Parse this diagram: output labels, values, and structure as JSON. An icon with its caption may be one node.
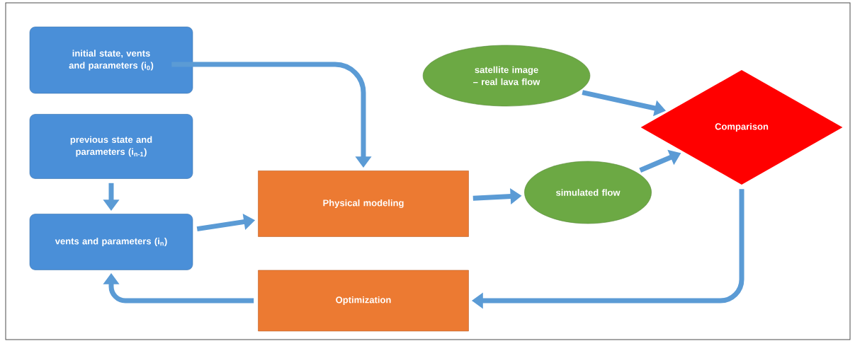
{
  "diagram": {
    "nodes": [
      {
        "text": [
          "initial state, vents and parameters (i$_{0}$)"
        ]
      },
      {
        "text": [
          "previous state and parameters (i$_{n-1}$)"
        ]
      },
      {
        "text": [
          "vents and parameters (i$_{n}$)"
        ]
      },
      {
        "text": [
          "Physical modeling"
        ]
      },
      {
        "text": [
          "Optimization"
        ]
      },
      {
        "text": [
          "satellite image – real lava flow"
        ]
      },
      {
        "text": [
          "simulated flow"
        ]
      },
      {
        "text": [
          "Comparison"
        ]
      }
    ],
    "edges": [
      {
        "from": 0,
        "to": 3,
        "arrow": "to"
      },
      {
        "from": 1,
        "to": 2,
        "arrow": "to"
      },
      {
        "from": 2,
        "to": 3,
        "arrow": "to"
      },
      {
        "from": 3,
        "to": 6,
        "arrow": "to"
      },
      {
        "from": 5,
        "to": 7,
        "arrow": "to"
      },
      {
        "from": 6,
        "to": 7,
        "arrow": "to"
      },
      {
        "from": 7,
        "to": 4,
        "arrow": "to"
      },
      {
        "from": 4,
        "to": 2,
        "arrow": "to"
      }
    ]
  }
}
